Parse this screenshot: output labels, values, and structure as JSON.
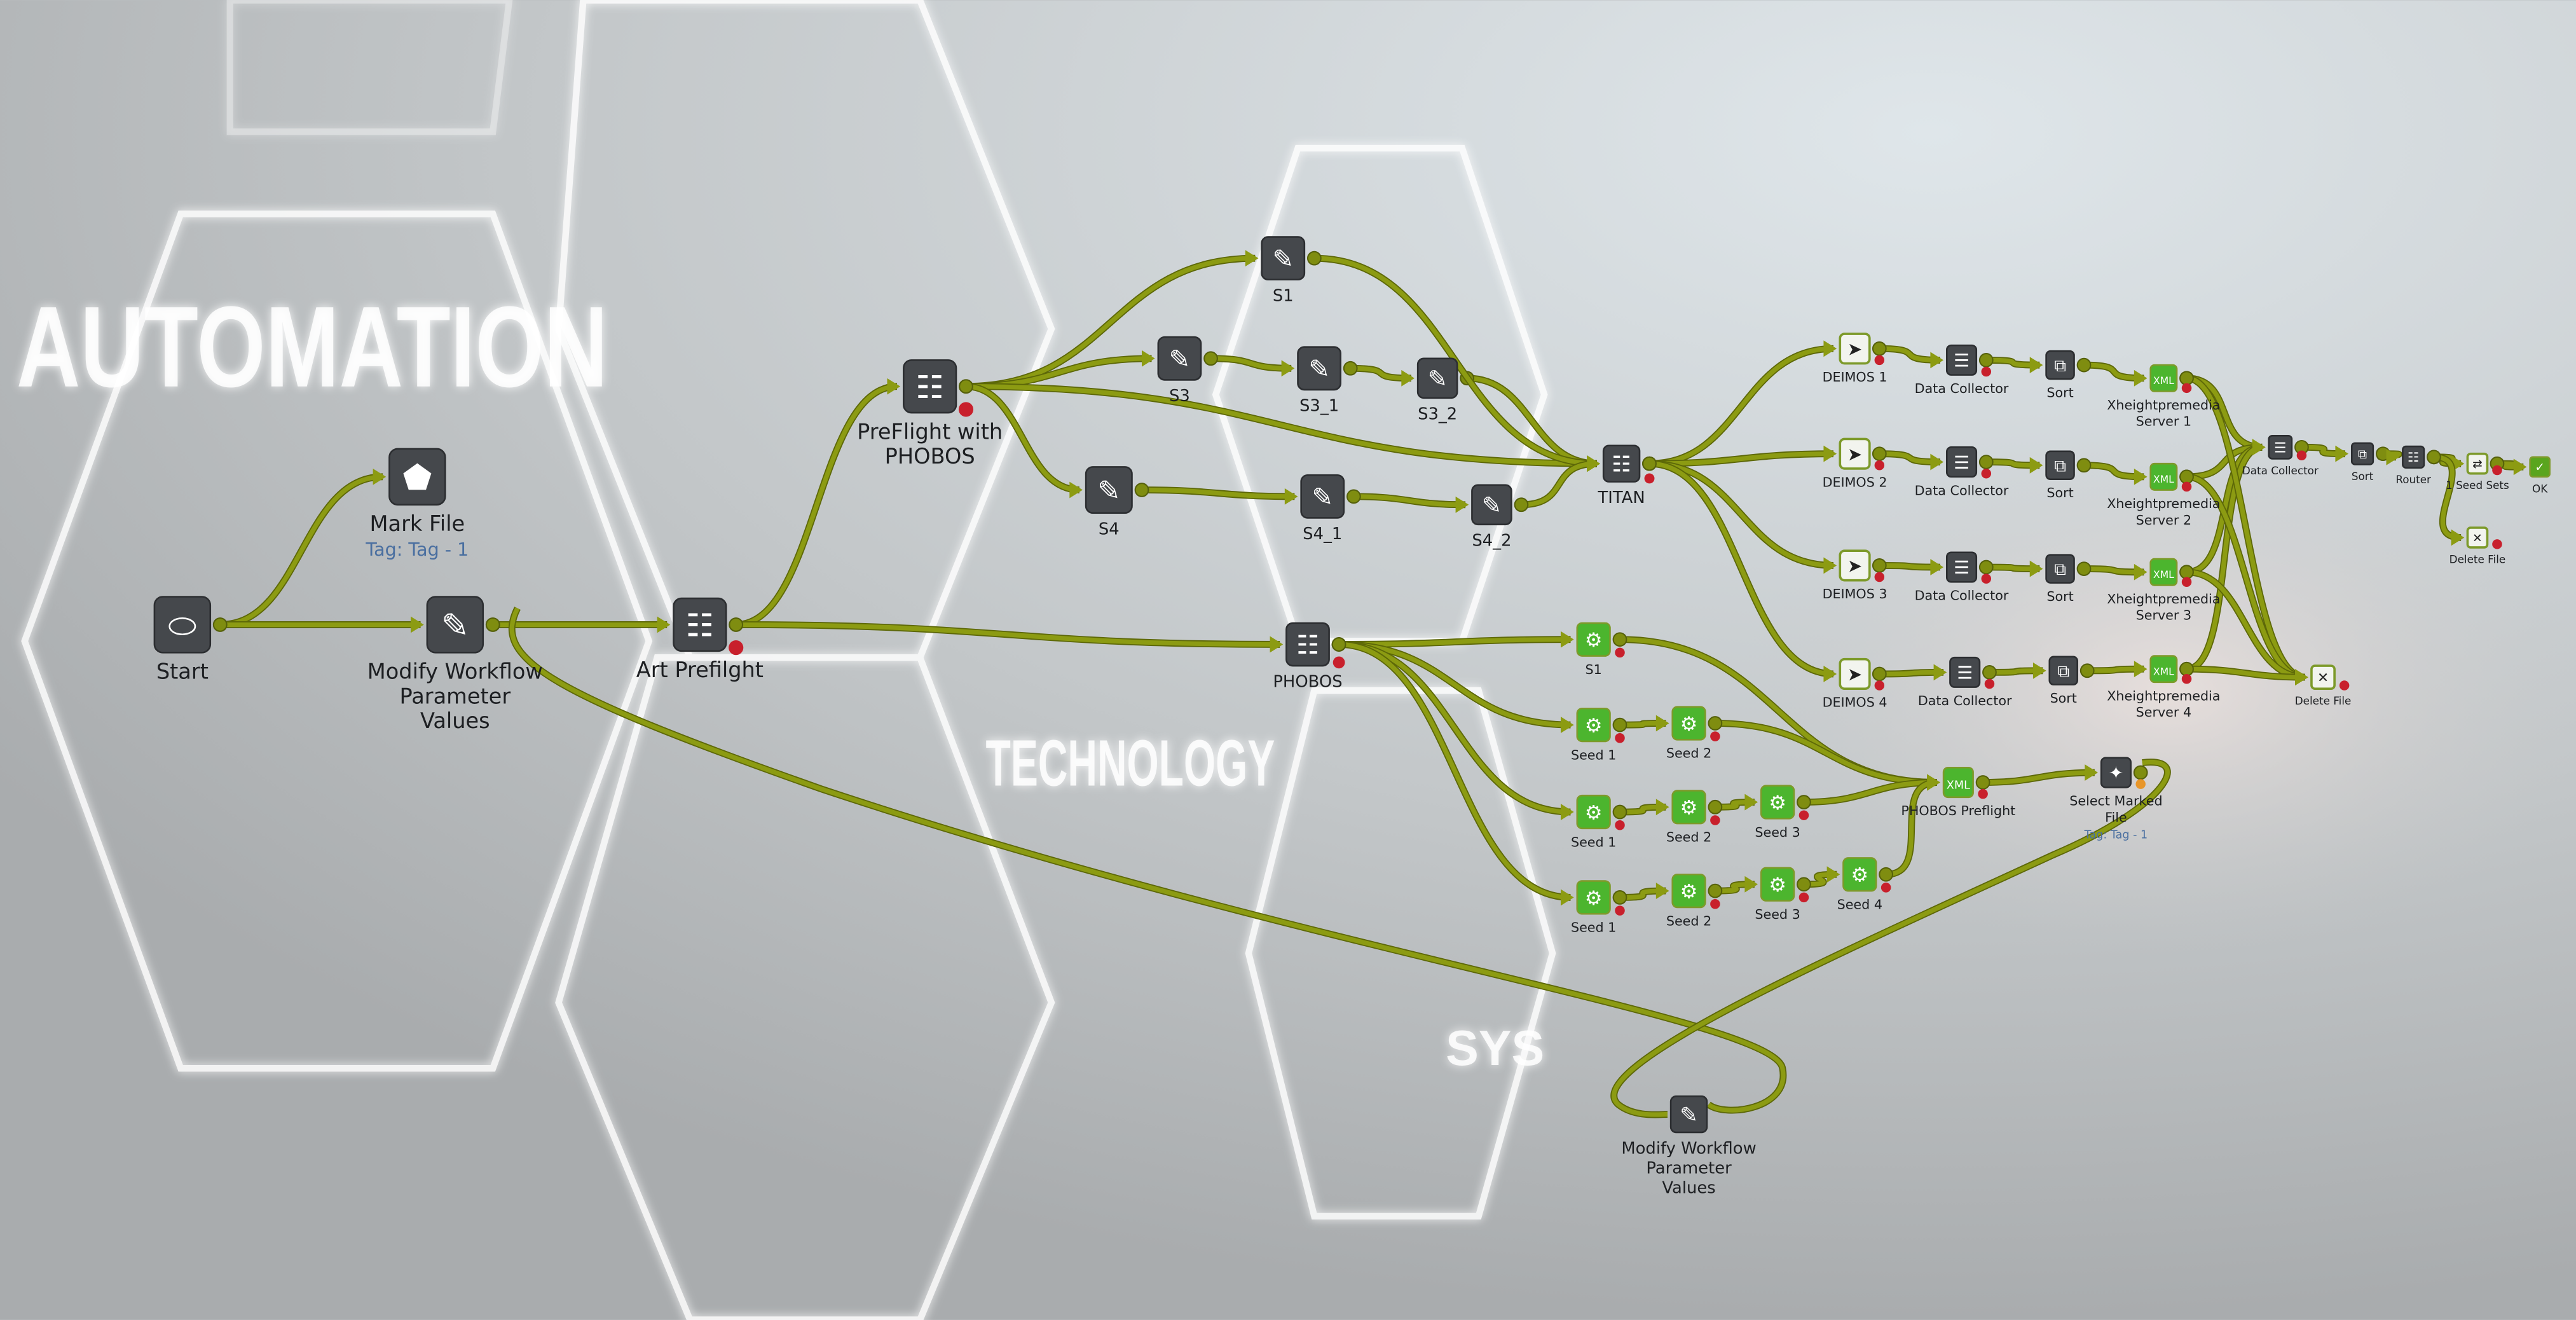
{
  "background_text": [
    "AUTOMATION",
    "TECHNOLOGY",
    "SYS"
  ],
  "colors": {
    "connector": "#8c9b12",
    "error_badge": "#c8202c",
    "warning_badge": "#e8962a",
    "xml_green": "#4cb52e",
    "dark_node": "#44474b"
  },
  "nodes": [
    {
      "id": "start",
      "label": "Start",
      "icon": "start-icon"
    },
    {
      "id": "mark",
      "label": "Mark File",
      "tag": "Tag: Tag - 1",
      "icon": "tag-icon"
    },
    {
      "id": "modify",
      "label": "Modify Workflow\nParameter\nValues",
      "icon": "pencil-icon"
    },
    {
      "id": "art",
      "label": "Art Prefilght",
      "icon": "preflight-icon"
    },
    {
      "id": "preflight",
      "label": "PreFlight with\nPHOBOS",
      "icon": "preflight-icon"
    },
    {
      "id": "s1",
      "label": "S1",
      "icon": "pencil-icon"
    },
    {
      "id": "s3",
      "label": "S3",
      "icon": "pencil-icon"
    },
    {
      "id": "s3_1",
      "label": "S3_1",
      "icon": "pencil-icon"
    },
    {
      "id": "s3_2",
      "label": "S3_2",
      "icon": "pencil-icon"
    },
    {
      "id": "s4",
      "label": "S4",
      "icon": "pencil-icon"
    },
    {
      "id": "s4_1",
      "label": "S4_1",
      "icon": "pencil-icon"
    },
    {
      "id": "s4_2",
      "label": "S4_2",
      "icon": "pencil-icon"
    },
    {
      "id": "titan",
      "label": "TITAN",
      "icon": "preflight-icon"
    },
    {
      "id": "d1",
      "label": "DEIMOS 1",
      "icon": "cursor-icon"
    },
    {
      "id": "d2",
      "label": "DEIMOS 2",
      "icon": "cursor-icon"
    },
    {
      "id": "d3",
      "label": "DEIMOS 3",
      "icon": "cursor-icon"
    },
    {
      "id": "d4",
      "label": "DEIMOS 4",
      "icon": "cursor-icon"
    },
    {
      "id": "dc1",
      "label": "Data Collector",
      "icon": "collector-icon"
    },
    {
      "id": "dc2",
      "label": "Data Collector",
      "icon": "collector-icon"
    },
    {
      "id": "dc3",
      "label": "Data Collector",
      "icon": "collector-icon"
    },
    {
      "id": "dc4",
      "label": "Data Collector",
      "icon": "collector-icon"
    },
    {
      "id": "so1",
      "label": "Sort",
      "icon": "sort-icon"
    },
    {
      "id": "so2",
      "label": "Sort",
      "icon": "sort-icon"
    },
    {
      "id": "so3",
      "label": "Sort",
      "icon": "sort-icon"
    },
    {
      "id": "so4",
      "label": "Sort",
      "icon": "sort-icon"
    },
    {
      "id": "x1",
      "label": "Xheightpremedia\nServer 1",
      "icon": "xml-import-icon"
    },
    {
      "id": "x2",
      "label": "Xheightpremedia\nServer 2",
      "icon": "xml-import-icon"
    },
    {
      "id": "x3",
      "label": "Xheightpremedia\nServer 3",
      "icon": "xml-import-icon"
    },
    {
      "id": "x4",
      "label": "Xheightpremedia\nServer 4",
      "icon": "xml-import-icon"
    },
    {
      "id": "dc5",
      "label": "Data Collector",
      "icon": "collector-icon"
    },
    {
      "id": "so5",
      "label": "Sort",
      "icon": "sort-icon"
    },
    {
      "id": "router",
      "label": "Router",
      "icon": "preflight-icon"
    },
    {
      "id": "seedsets",
      "label": "1 Seed Sets",
      "icon": "swap-icon"
    },
    {
      "id": "ok",
      "label": "OK",
      "icon": "checkmark-icon"
    },
    {
      "id": "del1",
      "label": "Delete File",
      "icon": "delete-icon"
    },
    {
      "id": "del2",
      "label": "Delete File",
      "icon": "delete-icon"
    },
    {
      "id": "phobos",
      "label": "PHOBOS",
      "icon": "preflight-icon"
    },
    {
      "id": "xs1",
      "label": "S1",
      "icon": "xml-gear-icon"
    },
    {
      "id": "sa1",
      "label": "Seed 1",
      "icon": "xml-gear-icon"
    },
    {
      "id": "sa2",
      "label": "Seed 2",
      "icon": "xml-gear-icon"
    },
    {
      "id": "sb1",
      "label": "Seed 1",
      "icon": "xml-gear-icon"
    },
    {
      "id": "sb2",
      "label": "Seed 2",
      "icon": "xml-gear-icon"
    },
    {
      "id": "sb3",
      "label": "Seed 3",
      "icon": "xml-gear-icon"
    },
    {
      "id": "sc1",
      "label": "Seed 1",
      "icon": "xml-gear-icon"
    },
    {
      "id": "sc2",
      "label": "Seed 2",
      "icon": "xml-gear-icon"
    },
    {
      "id": "sc3",
      "label": "Seed 3",
      "icon": "xml-gear-icon"
    },
    {
      "id": "sc4",
      "label": "Seed 4",
      "icon": "xml-gear-icon"
    },
    {
      "id": "pp",
      "label": "PHOBOS Preflight",
      "icon": "xml-import-icon"
    },
    {
      "id": "smf",
      "label": "Select Marked\nFile",
      "tag": "Tag: Tag - 1",
      "icon": "select-tag-icon"
    },
    {
      "id": "mw2",
      "label": "Modify Workflow\nParameter\nValues",
      "icon": "pencil-icon"
    }
  ]
}
